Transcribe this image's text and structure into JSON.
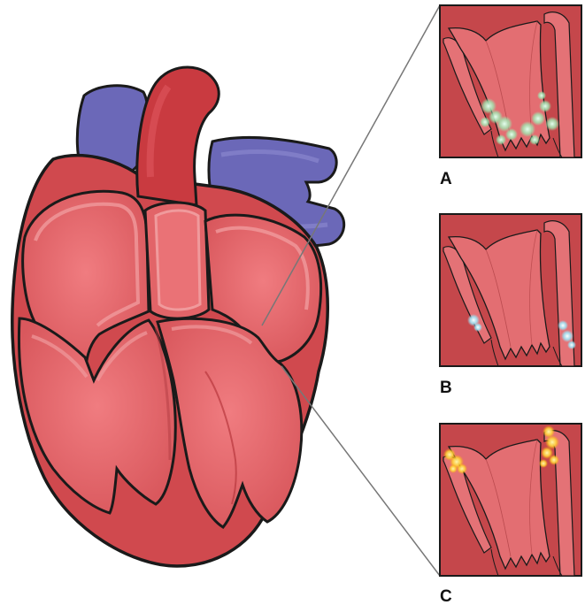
{
  "figure": {
    "panels": [
      {
        "label": "A",
        "deposit": "green"
      },
      {
        "label": "B",
        "deposit": "blue"
      },
      {
        "label": "C",
        "deposit": "yellow"
      }
    ]
  },
  "colors": {
    "heart_red": "#cf4a4f",
    "chamber_light": "#e66a6e",
    "inner_pink": "#f09a9c",
    "vein_blue": "#6b68b8",
    "vein_blue_light": "#8e8cd0",
    "aorta_red": "#c93a40",
    "panel_bg": "#c5474b",
    "outline": "#1a1a1a",
    "connector": "#777777",
    "deposit_green": "#9ee7b0",
    "deposit_blue": "#9fe3f5",
    "deposit_yellow": "#ffd23a"
  }
}
